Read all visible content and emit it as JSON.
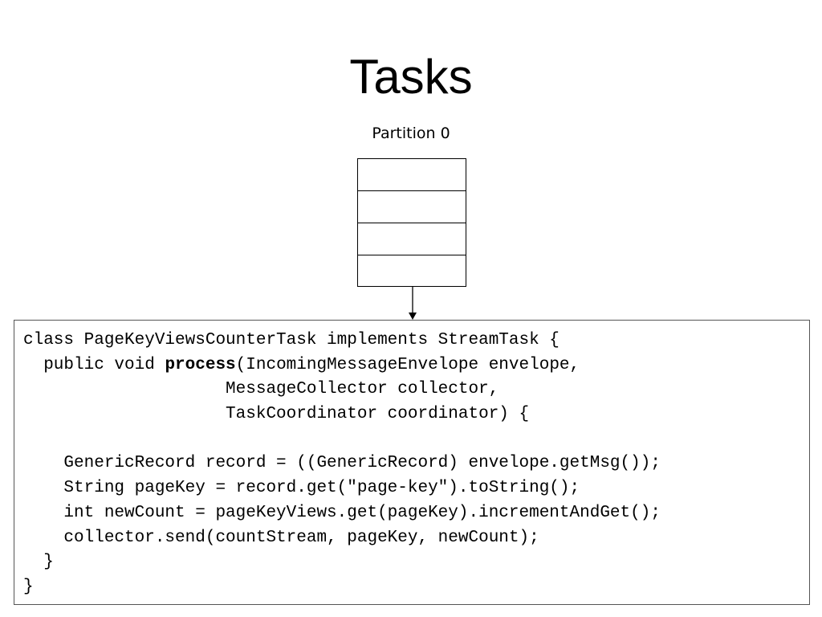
{
  "title": "Tasks",
  "partition": {
    "label": "Partition 0",
    "slot_count": 4
  },
  "code": {
    "lines": [
      {
        "text": "class PageKeyViewsCounterTask implements StreamTask {"
      },
      {
        "pre": "  public void ",
        "bold": "process",
        "post": "(IncomingMessageEnvelope envelope,"
      },
      {
        "text": "                    MessageCollector collector,"
      },
      {
        "text": "                    TaskCoordinator coordinator) {"
      },
      {
        "text": ""
      },
      {
        "text": "    GenericRecord record = ((GenericRecord) envelope.getMsg());"
      },
      {
        "text": "    String pageKey = record.get(\"page-key\").toString();"
      },
      {
        "text": "    int newCount = pageKeyViews.get(pageKey).incrementAndGet();"
      },
      {
        "text": "    collector.send(countStream, pageKey, newCount);"
      },
      {
        "text": "  }"
      },
      {
        "text": "}"
      }
    ]
  }
}
